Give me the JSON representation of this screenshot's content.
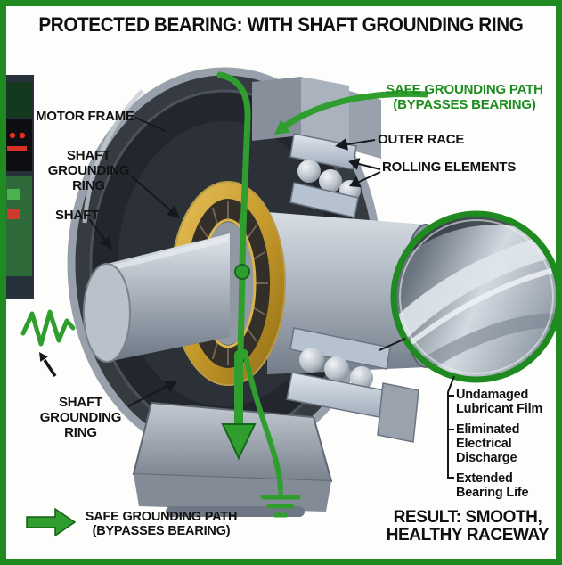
{
  "title": "PROTECTED BEARING: WITH SHAFT GROUNDING RING",
  "callouts": {
    "motor_frame": "MOTOR FRAME",
    "shaft_grounding_ring_upper": "SHAFT GROUNDING RING",
    "shaft": "SHAFT",
    "safe_grounding_path_upper": "SAFE GROUNDING PATH (BYPASSES BEARING)",
    "outer_race": "OUTER RACE",
    "rolling_elements": "ROLLING ELEMENTS",
    "shaft_grounding_ring_lower": "SHAFT GROUNDING RING"
  },
  "benefits": [
    "Undamaged Lubricant Film",
    "Eliminated Electrical Discharge",
    "Extended Bearing Life"
  ],
  "legend": {
    "safe_grounding_path": "SAFE GROUNDING PATH (BYPASSES BEARING)"
  },
  "result": "RESULT: SMOOTH, HEALTHY RACEWAY",
  "colors": {
    "frame_green": "#1f8a1f",
    "path_green": "#2f9e2f",
    "label_green": "#1e8c1e",
    "gold_ring": "#c79a2b",
    "text": "#121212"
  },
  "icons": {
    "grounding_down_arrow": "down-arrow",
    "legend_right_arrow": "right-arrow",
    "ground_symbol": "earth-ground",
    "zigzag": "spark-zigzag",
    "inset": "magnifier-circle"
  }
}
